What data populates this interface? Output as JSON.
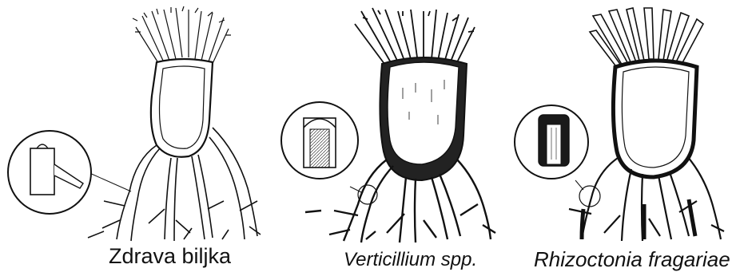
{
  "panels": [
    {
      "caption": "Zdrava biljka",
      "condition": "healthy"
    },
    {
      "caption": "Verticillium spp.",
      "condition": "verticillium"
    },
    {
      "caption": "Rhizoctonia fragariae",
      "condition": "rhizoctonia"
    }
  ],
  "colors": {
    "ink": "#111111",
    "paper": "#ffffff",
    "dark_tissue": "#1a1a1a"
  }
}
